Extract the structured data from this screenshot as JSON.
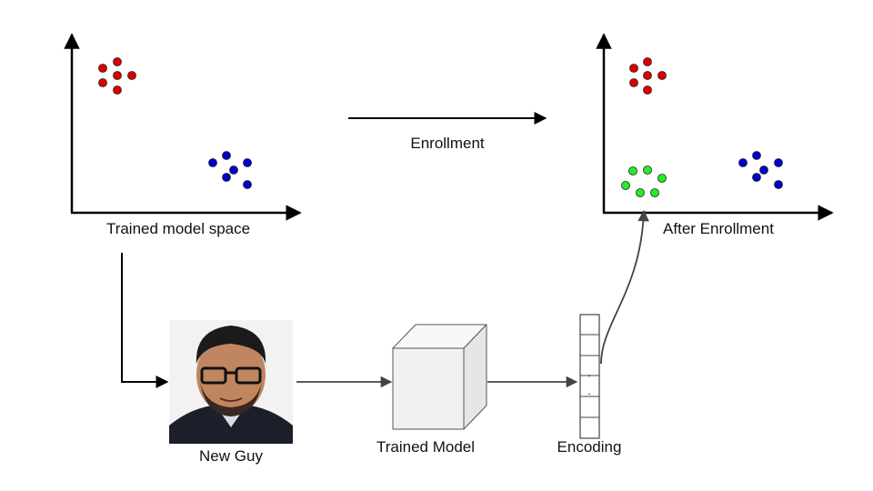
{
  "labels": {
    "trained_space": "Trained model space",
    "enrollment": "Enrollment",
    "after_enrollment": "After Enrollment",
    "new_guy": "New Guy",
    "trained_model": "Trained Model",
    "encoding": "Encoding"
  },
  "encoding_vector": {
    "cells": [
      "",
      "",
      "",
      ".",
      ".",
      "",
      ""
    ]
  },
  "clusters": {
    "red": "#dd0000",
    "blue": "#0000cc",
    "green": "#22ee22",
    "outline": "#222222"
  },
  "photo": {
    "icon": "person-photo",
    "background": "#f2f2f2",
    "shirt": "#1b1f2a",
    "skin": "#c08660",
    "hair": "#1a1a1a"
  }
}
